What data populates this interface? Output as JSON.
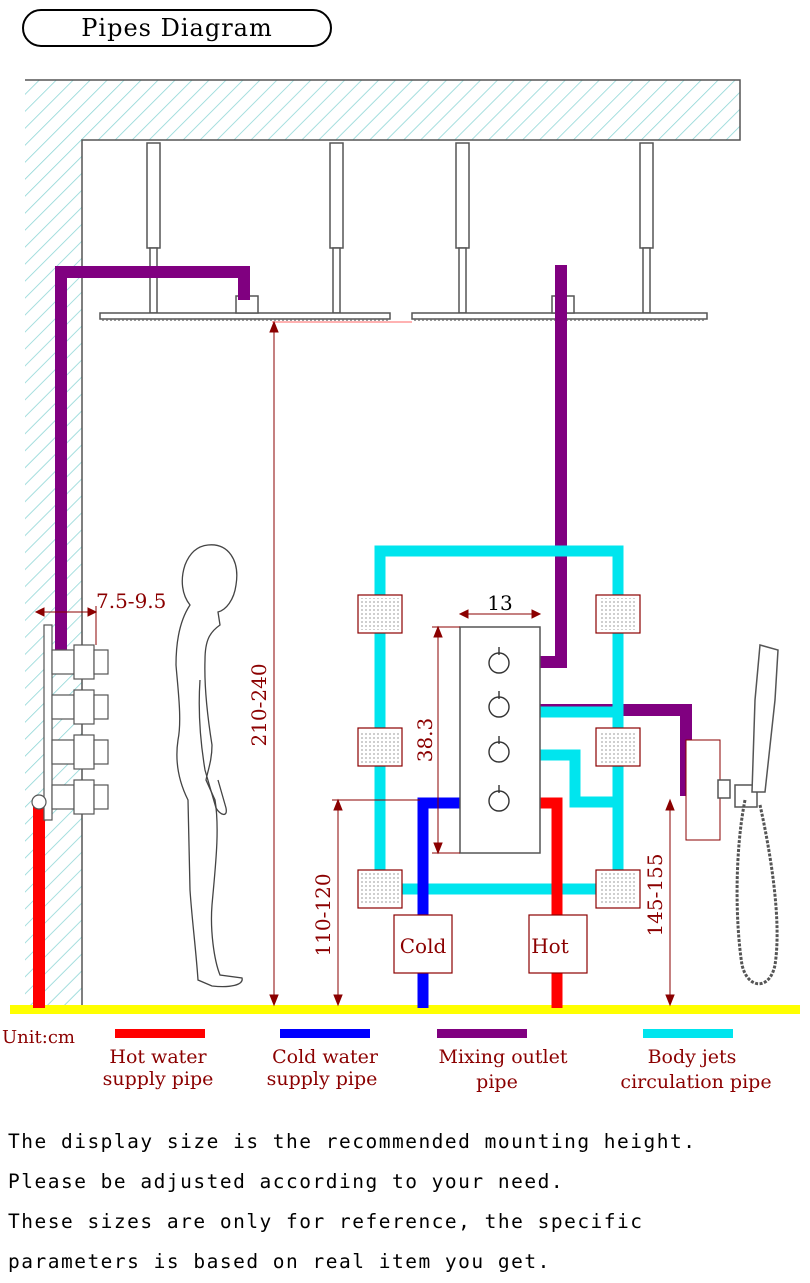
{
  "title": "Pipes Diagram",
  "dimensions": {
    "wall_offset": "7.5-9.5",
    "head_height": "210-240",
    "panel_width": "13",
    "panel_height": "38.3",
    "valve_height": "110-120",
    "handshower_height": "145-155"
  },
  "supply_labels": {
    "cold": "Cold",
    "hot": "Hot"
  },
  "unit": "Unit:cm",
  "legend": [
    {
      "color": "#ff0000",
      "line1": "Hot water",
      "line2": "supply pipe"
    },
    {
      "color": "#0000ff",
      "line1": "Cold water",
      "line2": "supply pipe"
    },
    {
      "color": "#800080",
      "line1": "Mixing outlet",
      "line2": "pipe"
    },
    {
      "color": "#00e5ee",
      "line1": "Body jets",
      "line2": "circulation pipe"
    }
  ],
  "notes": [
    "The display size is the recommended mounting height.",
    "Please be adjusted according to your need.",
    "These sizes are only for reference, the specific",
    "parameters is based on real item you get."
  ],
  "colors": {
    "hot": "#ff0000",
    "cold": "#0000ff",
    "mixing": "#800080",
    "jets": "#00e5ee",
    "floor": "#ffff00",
    "hatch": "#8fd6d6"
  }
}
